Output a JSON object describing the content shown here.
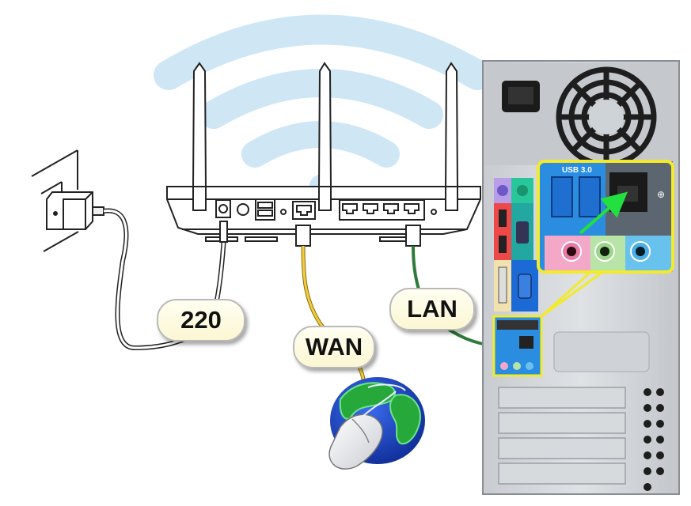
{
  "diagram": {
    "title": "Router connection diagram",
    "labels": {
      "power": "220",
      "wan": "WAN",
      "lan": "LAN"
    },
    "pc_panel": {
      "usb_label": "USB 3.0"
    },
    "colors": {
      "wifi_waves": "#cfe6f4",
      "wan_cable": "#e9c53a",
      "lan_cable": "#2f7a3a",
      "highlight_box": "#f2ea2a",
      "arrow": "#22e040",
      "callout_fill": "#fbf6d2",
      "globe_ocean": "#1a44b8",
      "globe_land": "#26a83a"
    },
    "components": [
      {
        "name": "wall-socket-adapter",
        "role": "power source"
      },
      {
        "name": "wifi-router",
        "antennas": 3,
        "lan_ports": 4,
        "usb_ports": 2
      },
      {
        "name": "internet-globe",
        "role": "internet / ISP"
      },
      {
        "name": "pc-tower-rear",
        "role": "computer"
      }
    ],
    "connections": [
      {
        "from": "wall-socket-adapter",
        "to": "wifi-router power jack",
        "label": "220"
      },
      {
        "from": "internet-globe",
        "to": "wifi-router WAN port",
        "label": "WAN"
      },
      {
        "from": "wifi-router LAN port",
        "to": "pc-tower-rear ethernet port",
        "label": "LAN"
      }
    ]
  }
}
